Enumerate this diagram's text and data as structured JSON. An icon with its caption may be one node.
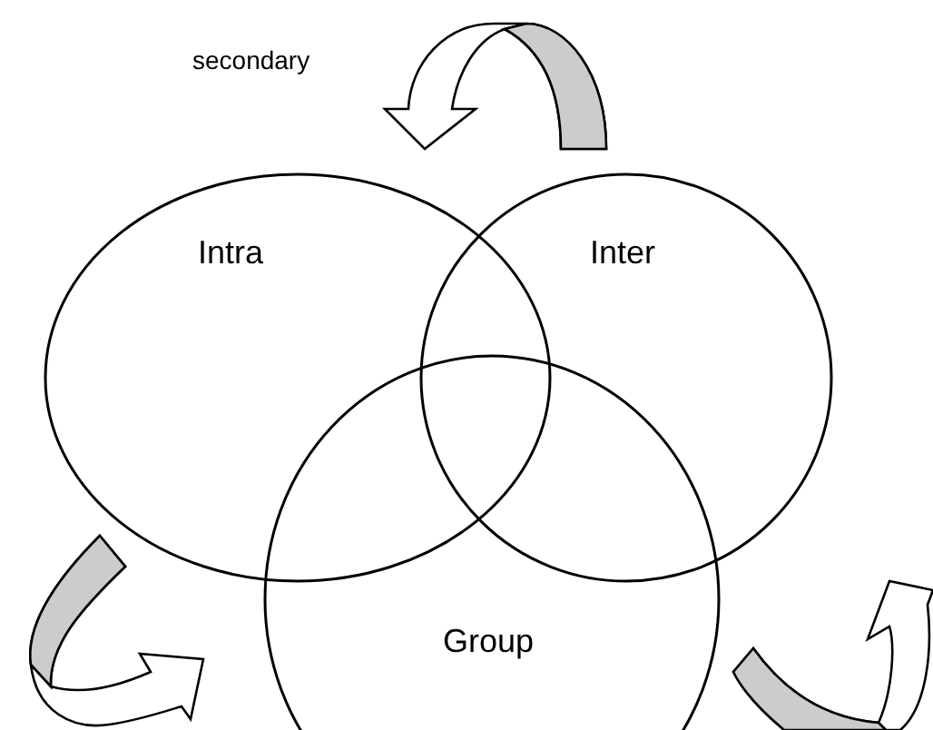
{
  "diagram": {
    "nodes": [
      {
        "text": [
          "Intra"
        ]
      },
      {
        "text": [
          "Inter"
        ]
      },
      {
        "text": [
          "Group"
        ]
      }
    ],
    "edges": [
      {
        "from": 1,
        "to": 0,
        "arrow": "to"
      },
      {
        "from": 0,
        "to": 2,
        "arrow": "to"
      },
      {
        "from": 2,
        "to": 1,
        "arrow": "to"
      }
    ],
    "labels": [
      "secondary"
    ]
  }
}
